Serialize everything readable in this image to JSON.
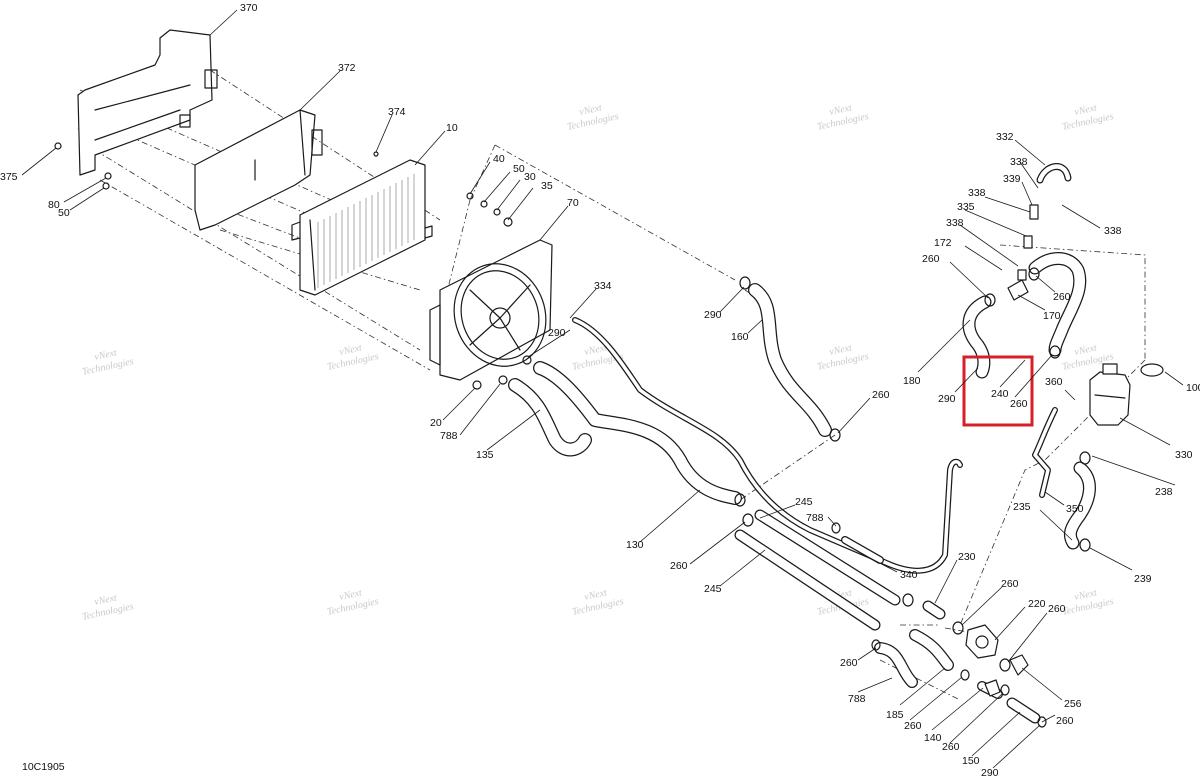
{
  "diagram_code": "10C1905",
  "watermark": {
    "line1": "vNext",
    "line2": "Technologies"
  },
  "highlight_color": "#d61f26",
  "callouts": [
    {
      "id": "c370",
      "text": "370"
    },
    {
      "id": "c372",
      "text": "372"
    },
    {
      "id": "c374",
      "text": "374"
    },
    {
      "id": "c10",
      "text": "10"
    },
    {
      "id": "c375",
      "text": "375"
    },
    {
      "id": "c80",
      "text": "80"
    },
    {
      "id": "c50a",
      "text": "50"
    },
    {
      "id": "c40",
      "text": "40"
    },
    {
      "id": "c50b",
      "text": "50"
    },
    {
      "id": "c30",
      "text": "30"
    },
    {
      "id": "c35",
      "text": "35"
    },
    {
      "id": "c70",
      "text": "70"
    },
    {
      "id": "c334",
      "text": "334"
    },
    {
      "id": "c290a",
      "text": "290"
    },
    {
      "id": "c290b",
      "text": "290"
    },
    {
      "id": "c160",
      "text": "160"
    },
    {
      "id": "c20",
      "text": "20"
    },
    {
      "id": "c788a",
      "text": "788"
    },
    {
      "id": "c135",
      "text": "135"
    },
    {
      "id": "c260a",
      "text": "260"
    },
    {
      "id": "c130",
      "text": "130"
    },
    {
      "id": "c260b",
      "text": "260"
    },
    {
      "id": "c245a",
      "text": "245"
    },
    {
      "id": "c245b",
      "text": "245"
    },
    {
      "id": "c788b",
      "text": "788"
    },
    {
      "id": "c340",
      "text": "340"
    },
    {
      "id": "c230",
      "text": "230"
    },
    {
      "id": "c332",
      "text": "332"
    },
    {
      "id": "c338a",
      "text": "338"
    },
    {
      "id": "c339",
      "text": "339"
    },
    {
      "id": "c338b",
      "text": "338"
    },
    {
      "id": "c335",
      "text": "335"
    },
    {
      "id": "c338c",
      "text": "338"
    },
    {
      "id": "c338d",
      "text": "338"
    },
    {
      "id": "c172",
      "text": "172"
    },
    {
      "id": "c260c",
      "text": "260"
    },
    {
      "id": "c260d",
      "text": "260"
    },
    {
      "id": "c170",
      "text": "170"
    },
    {
      "id": "c180",
      "text": "180"
    },
    {
      "id": "c290c",
      "text": "290"
    },
    {
      "id": "c240",
      "text": "240"
    },
    {
      "id": "c260e",
      "text": "260"
    },
    {
      "id": "c360",
      "text": "360"
    },
    {
      "id": "c100",
      "text": "100"
    },
    {
      "id": "c330",
      "text": "330"
    },
    {
      "id": "c238",
      "text": "238"
    },
    {
      "id": "c350",
      "text": "350"
    },
    {
      "id": "c235",
      "text": "235"
    },
    {
      "id": "c239",
      "text": "239"
    },
    {
      "id": "c260f",
      "text": "260"
    },
    {
      "id": "c220",
      "text": "220"
    },
    {
      "id": "c260g",
      "text": "260"
    },
    {
      "id": "c260h",
      "text": "260"
    },
    {
      "id": "c788c",
      "text": "788"
    },
    {
      "id": "c185",
      "text": "185"
    },
    {
      "id": "c260i",
      "text": "260"
    },
    {
      "id": "c140",
      "text": "140"
    },
    {
      "id": "c260j",
      "text": "260"
    },
    {
      "id": "c150",
      "text": "150"
    },
    {
      "id": "c290d",
      "text": "290"
    },
    {
      "id": "c256",
      "text": "256"
    },
    {
      "id": "c260k",
      "text": "260"
    }
  ]
}
